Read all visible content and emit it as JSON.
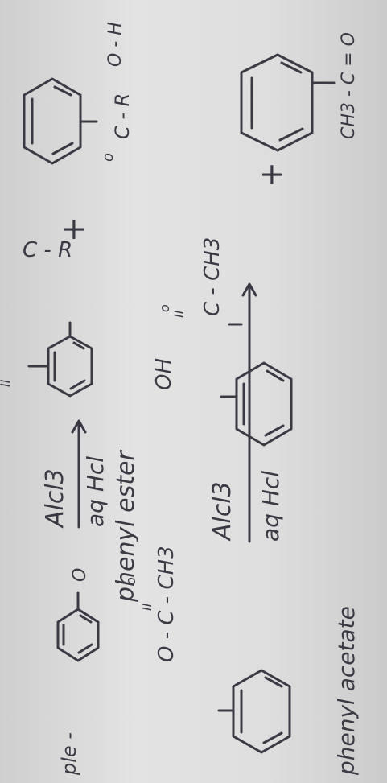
{
  "labels": {
    "prefix": "ple -",
    "reagent1_top": "Alcl3",
    "reagent1_bottom": "aq Hcl",
    "name1": "phenyl ester",
    "reagent2_top": "Alcl3",
    "reagent2_bottom": "aq Hcl",
    "name2": "phenyl acetate",
    "o_sub": "O",
    "o_dbl": "O",
    "ester_chain": "O - C - CH3",
    "oh": "OH",
    "acyl_r": "C - R",
    "acetyl": "C - CH3",
    "oh_para": "O - H",
    "c_r_para": "C - R",
    "ch3_co": "CH3 - C = O",
    "plus": "+",
    "dot": "o",
    "dbl": "II"
  }
}
